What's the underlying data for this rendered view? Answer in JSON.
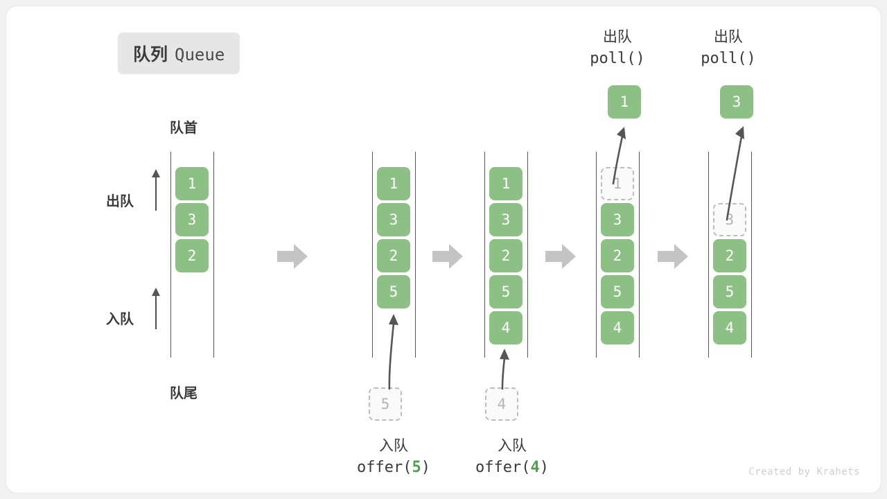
{
  "title": {
    "cn": "队列",
    "en": "Queue"
  },
  "labels": {
    "head": "队首",
    "tail": "队尾",
    "dequeue": "出队",
    "enqueue": "入队"
  },
  "colors": {
    "cell_fill": "#8cc084",
    "cell_text": "#ffffff",
    "ghost_border": "#bdbdbd",
    "ghost_text": "#b5b5b5",
    "accent_green": "#519f4e",
    "rail": "#555555",
    "arrow": "#555555",
    "separator": "#c4c4c4",
    "badge_bg": "#e6e6e6",
    "text": "#3a3a3a"
  },
  "operations": {
    "offer5": {
      "cn": "入队",
      "code_prefix": "offer(",
      "code_num": "5",
      "code_suffix": ")"
    },
    "offer4": {
      "cn": "入队",
      "code_prefix": "offer(",
      "code_num": "4",
      "code_suffix": ")"
    },
    "poll1": {
      "cn": "出队",
      "code": "poll()"
    },
    "poll2": {
      "cn": "出队",
      "code": "poll()"
    }
  },
  "columns": [
    {
      "id": "col1",
      "cells": [
        {
          "value": "1",
          "state": "solid"
        },
        {
          "value": "3",
          "state": "solid"
        },
        {
          "value": "2",
          "state": "solid"
        }
      ]
    },
    {
      "id": "col2",
      "cells": [
        {
          "value": "1",
          "state": "solid"
        },
        {
          "value": "3",
          "state": "solid"
        },
        {
          "value": "2",
          "state": "solid"
        },
        {
          "value": "5",
          "state": "solid"
        }
      ]
    },
    {
      "id": "col3",
      "cells": [
        {
          "value": "1",
          "state": "solid"
        },
        {
          "value": "3",
          "state": "solid"
        },
        {
          "value": "2",
          "state": "solid"
        },
        {
          "value": "5",
          "state": "solid"
        },
        {
          "value": "4",
          "state": "solid"
        }
      ]
    },
    {
      "id": "col4",
      "cells": [
        {
          "value": "1",
          "state": "ghost"
        },
        {
          "value": "3",
          "state": "solid"
        },
        {
          "value": "2",
          "state": "solid"
        },
        {
          "value": "5",
          "state": "solid"
        },
        {
          "value": "4",
          "state": "solid"
        }
      ]
    },
    {
      "id": "col5",
      "cells": [
        {
          "value": "",
          "state": "blank"
        },
        {
          "value": "3",
          "state": "ghost"
        },
        {
          "value": "2",
          "state": "solid"
        },
        {
          "value": "5",
          "state": "solid"
        },
        {
          "value": "4",
          "state": "solid"
        }
      ]
    }
  ],
  "incoming": [
    {
      "column": "col2",
      "value": "5"
    },
    {
      "column": "col3",
      "value": "4"
    }
  ],
  "popped": [
    {
      "column": "col4",
      "value": "1"
    },
    {
      "column": "col5",
      "value": "3"
    }
  ],
  "credit": "Created by Krahets"
}
